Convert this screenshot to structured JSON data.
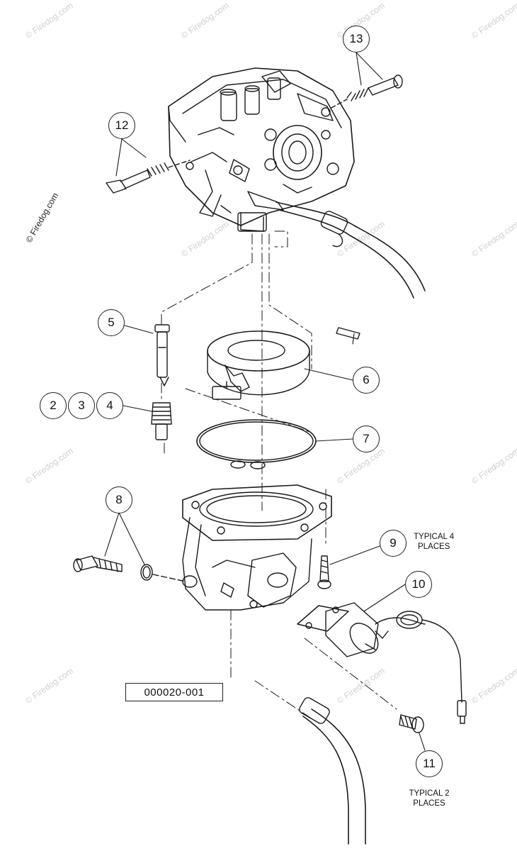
{
  "figure_id": "000020-001",
  "watermark": "© Firedog.com",
  "callouts": {
    "c2": "2",
    "c3": "3",
    "c4": "4",
    "c5": "5",
    "c6": "6",
    "c7": "7",
    "c8": "8",
    "c9": "9",
    "c10": "10",
    "c11": "11",
    "c12": "12",
    "c13": "13"
  },
  "notes": {
    "typical4_line1": "TYPICAL 4",
    "typical4_line2": "PLACES",
    "typical2_line1": "TYPICAL 2",
    "typical2_line2": "PLACES"
  }
}
